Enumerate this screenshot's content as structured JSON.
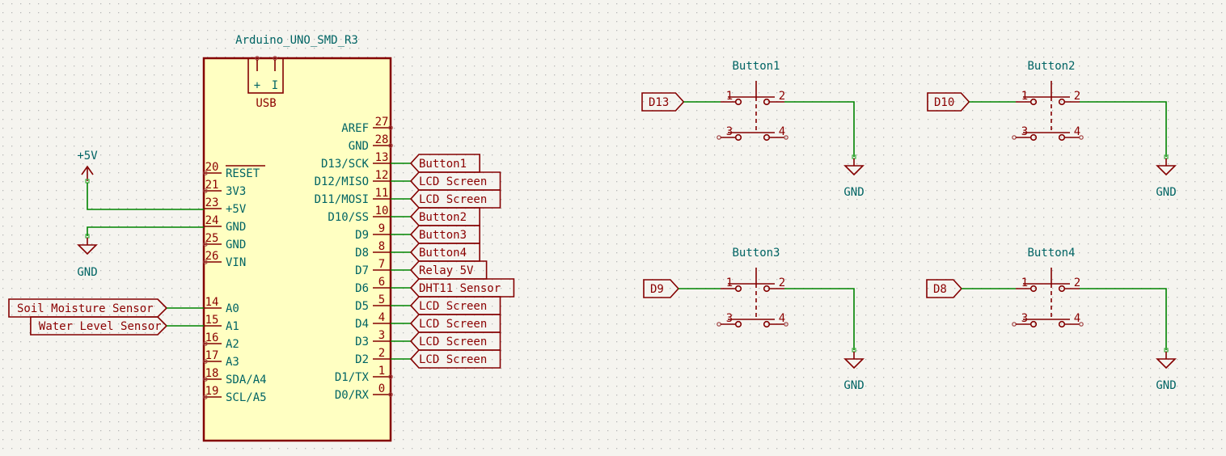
{
  "colors": {
    "background": "#f5f4ef",
    "grid": "#b8b8b8",
    "wire": "#008400",
    "symbol_line": "#840000",
    "symbol_fill": "#ffffc2",
    "reference_text": "#006464",
    "pin_number": "#8b0000",
    "label_text": "#8b0000"
  },
  "arduino": {
    "reference": "Arduino_UNO_SMD_R3",
    "usb_label": "USB",
    "usb_pins": [
      "+",
      "I"
    ],
    "left_pins": [
      {
        "num": "20",
        "name": "RESET",
        "overline": true,
        "connected": false
      },
      {
        "num": "21",
        "name": "3V3",
        "connected": false
      },
      {
        "num": "23",
        "name": "+5V",
        "connected": true
      },
      {
        "num": "24",
        "name": "GND",
        "connected": true
      },
      {
        "num": "25",
        "name": "GND",
        "connected": false
      },
      {
        "num": "26",
        "name": "VIN",
        "connected": false
      },
      {
        "num": "14",
        "name": "A0",
        "connected": true
      },
      {
        "num": "15",
        "name": "A1",
        "connected": true
      },
      {
        "num": "16",
        "name": "A2",
        "connected": false
      },
      {
        "num": "17",
        "name": "A3",
        "connected": false
      },
      {
        "num": "18",
        "name": "SDA/A4",
        "connected": false
      },
      {
        "num": "19",
        "name": "SCL/A5",
        "connected": false
      }
    ],
    "right_pins": [
      {
        "num": "27",
        "name": "AREF",
        "label": null
      },
      {
        "num": "28",
        "name": "GND",
        "label": null
      },
      {
        "num": "13",
        "name": "D13/SCK",
        "label": "Button1"
      },
      {
        "num": "12",
        "name": "D12/MISO",
        "label": "LCD Screen"
      },
      {
        "num": "11",
        "name": "D11/MOSI",
        "label": "LCD Screen"
      },
      {
        "num": "10",
        "name": "D10/SS",
        "label": "Button2"
      },
      {
        "num": "9",
        "name": "D9",
        "label": "Button3"
      },
      {
        "num": "8",
        "name": "D8",
        "label": "Button4"
      },
      {
        "num": "7",
        "name": "D7",
        "label": "Relay 5V"
      },
      {
        "num": "6",
        "name": "D6",
        "label": "DHT11 Sensor"
      },
      {
        "num": "5",
        "name": "D5",
        "label": "LCD Screen"
      },
      {
        "num": "4",
        "name": "D4",
        "label": "LCD Screen"
      },
      {
        "num": "3",
        "name": "D3",
        "label": "LCD Screen"
      },
      {
        "num": "2",
        "name": "D2",
        "label": "LCD Screen"
      },
      {
        "num": "1",
        "name": "D1/TX",
        "label": null
      },
      {
        "num": "0",
        "name": "D0/RX",
        "label": null
      }
    ]
  },
  "power": {
    "plus5v": "+5V",
    "gnd": "GND"
  },
  "analog_labels": [
    "Soil Moisture Sensor",
    "Water Level Sensor"
  ],
  "buttons": [
    {
      "reference": "Button1",
      "net_label": "D13",
      "pins": [
        "1",
        "2",
        "3",
        "4"
      ],
      "ground": "GND"
    },
    {
      "reference": "Button2",
      "net_label": "D10",
      "pins": [
        "1",
        "2",
        "3",
        "4"
      ],
      "ground": "GND"
    },
    {
      "reference": "Button3",
      "net_label": "D9",
      "pins": [
        "1",
        "2",
        "3",
        "4"
      ],
      "ground": "GND"
    },
    {
      "reference": "Button4",
      "net_label": "D8",
      "pins": [
        "1",
        "2",
        "3",
        "4"
      ],
      "ground": "GND"
    }
  ]
}
